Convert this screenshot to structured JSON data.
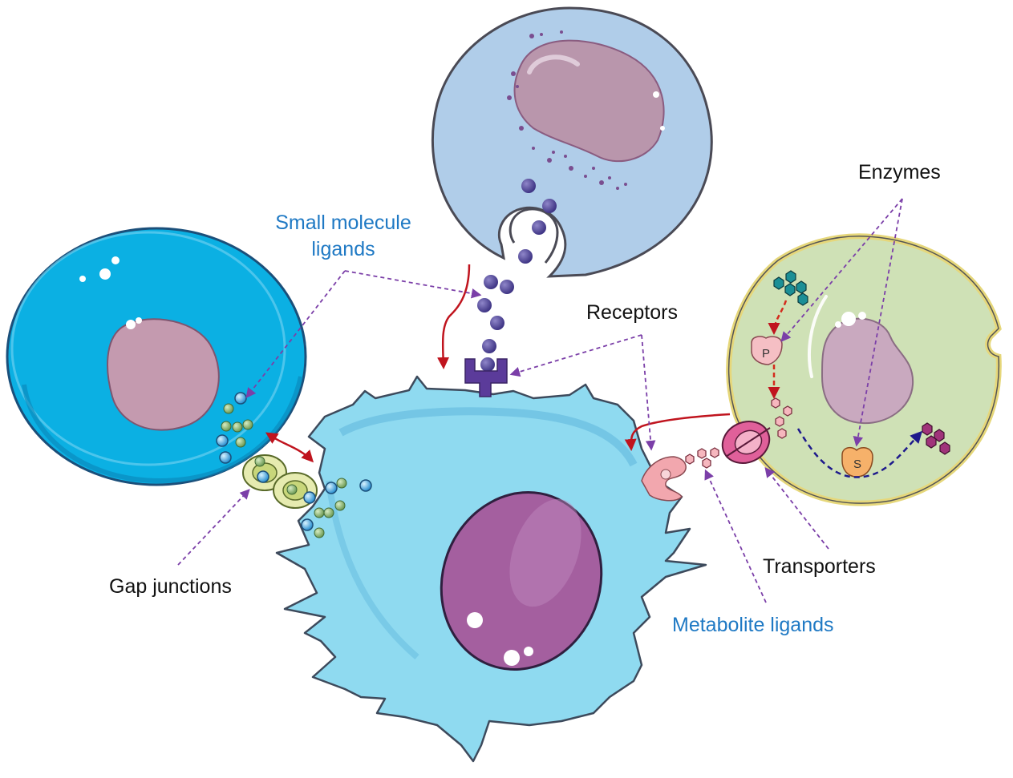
{
  "labels": {
    "small_molecule": "Small molecule\nligands",
    "receptors": "Receptors",
    "enzymes": "Enzymes",
    "gap_junctions": "Gap junctions",
    "transporters": "Transporters",
    "metabolite": "Metabolite ligands",
    "enzyme_p": "P",
    "enzyme_s": "S"
  },
  "colors": {
    "label_black": "#111111",
    "label_blue": "#1f79c4",
    "top_cell": "#b0cde9",
    "left_cell": "#0bb0e3",
    "center_cell": "#8fdaf0",
    "right_cell": "#cfe1b6",
    "nucleus": "#c49aaf",
    "center_nucleus": "#9d5ea0",
    "ligand_purple": "#5a4e9e",
    "arrow_purple": "#7b3fa8",
    "arrow_red": "#c0141e",
    "arrow_navy": "#1e1a8c"
  }
}
